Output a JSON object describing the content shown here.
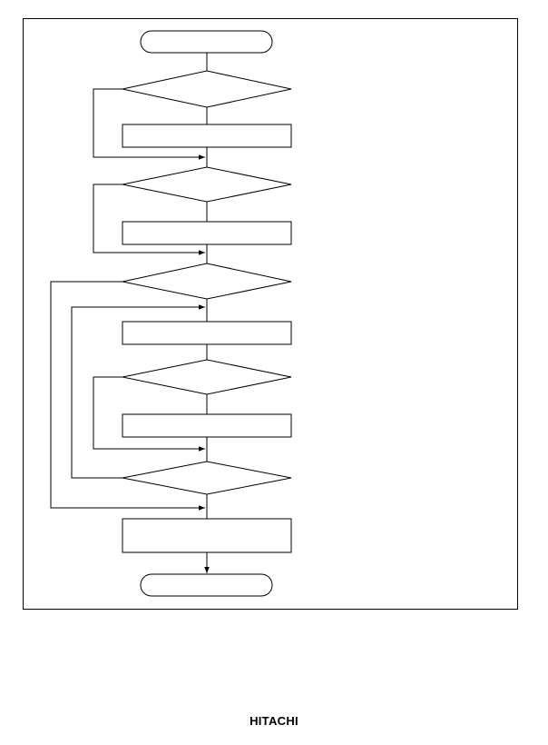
{
  "footer": {
    "brand": "HITACHI"
  },
  "colors": {
    "stroke": "#000000",
    "background": "#ffffff"
  },
  "flowchart": {
    "nodes": [
      {
        "id": "start",
        "shape": "terminal",
        "label": ""
      },
      {
        "id": "decision-1",
        "shape": "decision",
        "label": ""
      },
      {
        "id": "process-1",
        "shape": "process",
        "label": ""
      },
      {
        "id": "decision-2",
        "shape": "decision",
        "label": ""
      },
      {
        "id": "process-2",
        "shape": "process",
        "label": ""
      },
      {
        "id": "decision-3",
        "shape": "decision",
        "label": ""
      },
      {
        "id": "process-3",
        "shape": "process",
        "label": ""
      },
      {
        "id": "decision-4",
        "shape": "decision",
        "label": ""
      },
      {
        "id": "process-4",
        "shape": "process",
        "label": ""
      },
      {
        "id": "decision-5",
        "shape": "decision",
        "label": ""
      },
      {
        "id": "process-5",
        "shape": "process",
        "label": ""
      },
      {
        "id": "end",
        "shape": "terminal",
        "label": ""
      }
    ]
  }
}
